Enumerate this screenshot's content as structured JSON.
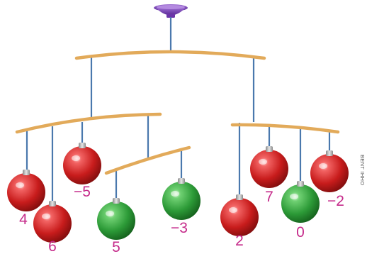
{
  "ornaments": [
    {
      "label": "4",
      "color": "red"
    },
    {
      "label": "6",
      "color": "red"
    },
    {
      "label": "−5",
      "color": "red"
    },
    {
      "label": "5",
      "color": "green"
    },
    {
      "label": "−3",
      "color": "green"
    },
    {
      "label": "2",
      "color": "red"
    },
    {
      "label": "7",
      "color": "red"
    },
    {
      "label": "0",
      "color": "green"
    },
    {
      "label": "−2",
      "color": "red"
    }
  ],
  "credit": "BENT IHHO",
  "colors": {
    "label": "#c52a8a",
    "bar": "#e2aa5a",
    "string": "#4a78ad",
    "mount": "#7a43b6",
    "red": "#cc1f1f",
    "green": "#2f9e3c"
  }
}
